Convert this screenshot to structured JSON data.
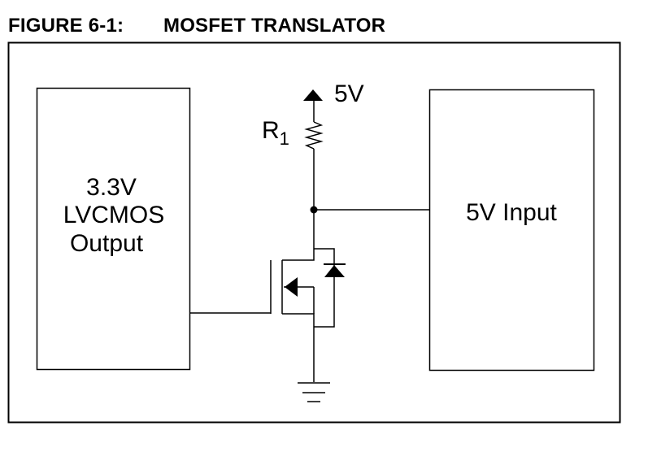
{
  "figure": {
    "number": "FIGURE 6-1:",
    "title": "MOSFET TRANSLATOR"
  },
  "left_block": {
    "lines": [
      "3.3V",
      "LVCMOS",
      "Output"
    ]
  },
  "right_block": {
    "label": "5V Input"
  },
  "supply": {
    "label": "5V"
  },
  "resistor": {
    "name": "R",
    "subscript": "1"
  },
  "colors": {
    "line": "#000000",
    "background": "#ffffff"
  }
}
